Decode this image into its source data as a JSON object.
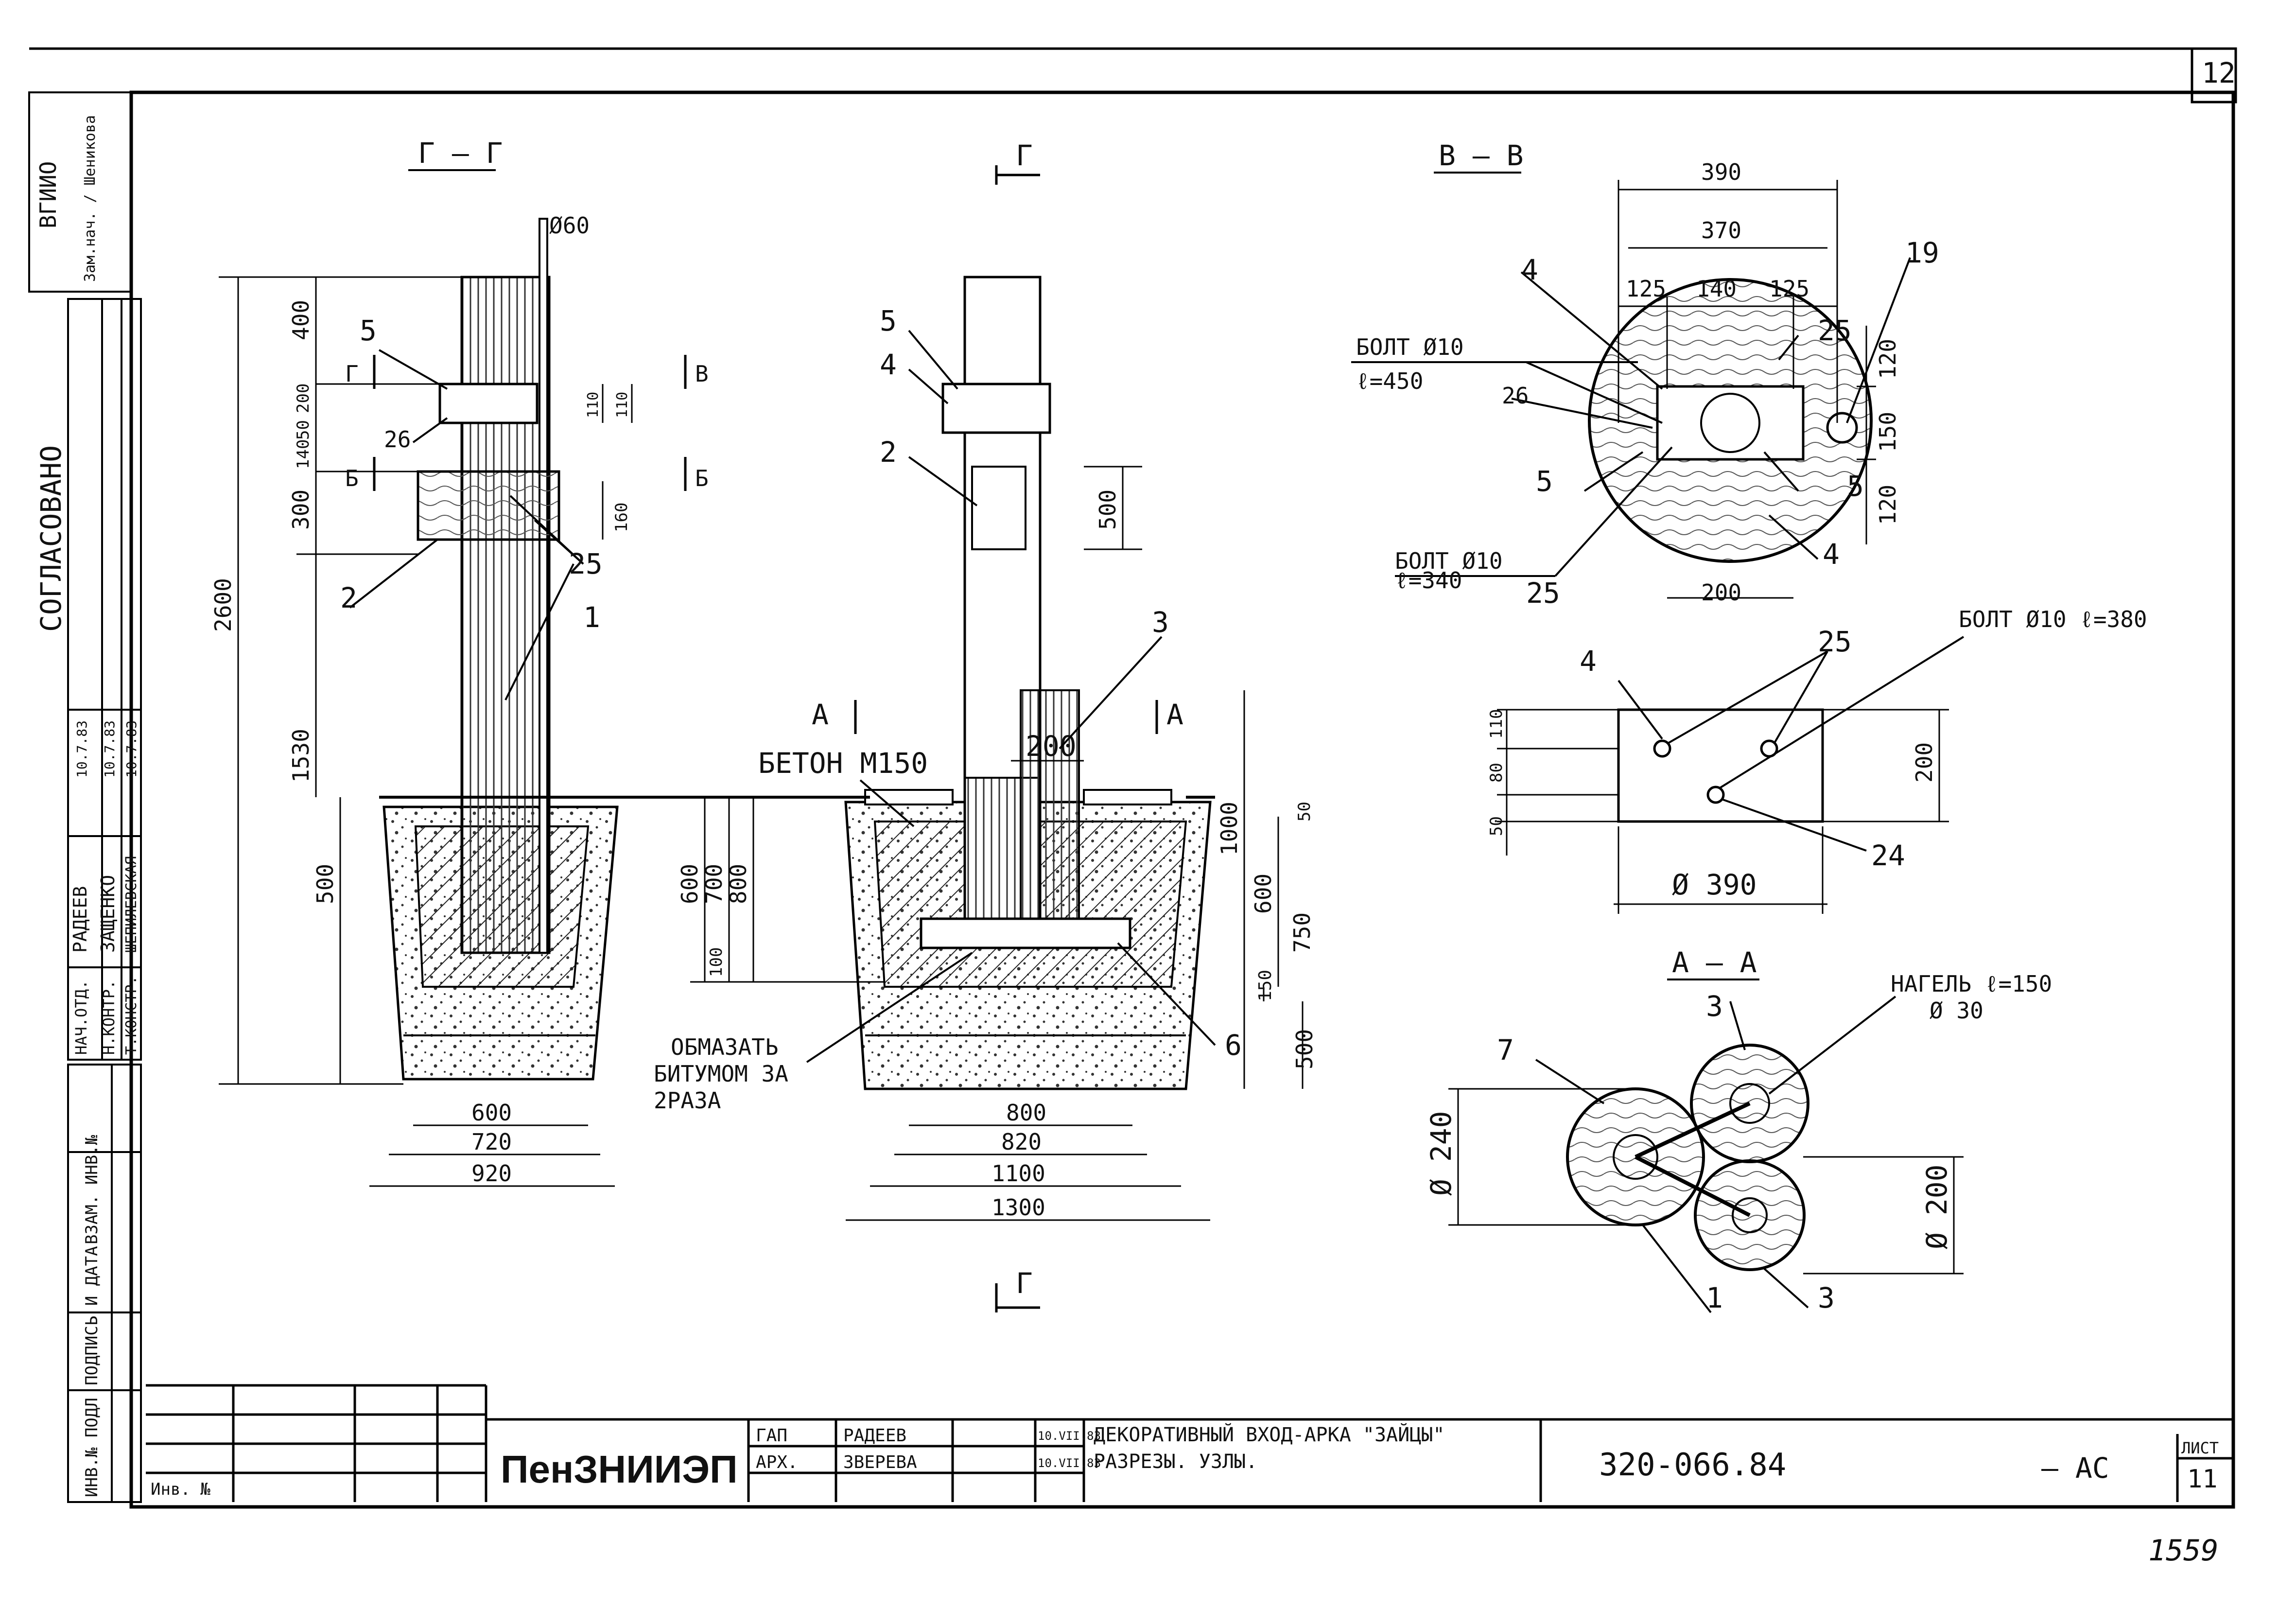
{
  "sheet": {
    "sheet_no_top": "12",
    "handwritten_number": "1559"
  },
  "left_strip": {
    "vgio_stamp": "ВГИИО",
    "vgio_sub": "Зам.нач. / Шеникова",
    "agreed": "СОГЛАСОВАНО",
    "rows": [
      {
        "role": "НАЧ.ОТД.",
        "name": "РАДЕЕВ",
        "date": "10.7.83"
      },
      {
        "role": "Н.КОНТР.",
        "name": "ЗАЩЕНКО",
        "date": "10.7.83"
      },
      {
        "role": "Т.КОНСТР.",
        "name": "ШЕПИЛЕВСКАЯ",
        "date": "10.7.83"
      }
    ],
    "inv_podl": "ИНВ.№ ПОДЛ",
    "podpis_data": "ПОДПИСЬ И ДАТА",
    "vzam_inv": "ВЗАМ. ИНВ.№"
  },
  "titles": {
    "section_gg": "Г – Г",
    "section_vv": "В – В",
    "section_aa": "А – А",
    "cut_g": "Г",
    "cut_b": "В",
    "cut_bb": "Б",
    "cut_a": "А"
  },
  "labels": {
    "d60": "Ø60",
    "concrete": "БЕТОН М150",
    "coat_1": "ОБМАЗАТЬ",
    "coat_2": "БИТУМОМ 3А",
    "coat_3": "2РАЗА",
    "bolt1_a": "БОЛТ Ø10",
    "bolt1_b": "ℓ=450",
    "bolt2_a": "БОЛТ Ø10",
    "bolt2_b": "ℓ=340",
    "bolt3": "БОЛТ Ø10 ℓ=380",
    "dowel_a": "НАГЕЛЬ ℓ=150",
    "dowel_b": "Ø 30",
    "d390": "Ø 390",
    "d240": "Ø 240",
    "d200": "Ø 200"
  },
  "callouts": [
    "1",
    "2",
    "3",
    "4",
    "5",
    "6",
    "7",
    "19",
    "24",
    "25",
    "26"
  ],
  "dims": {
    "gg_2600": "2600",
    "gg_400": "400",
    "gg_200": "200",
    "gg_50": "50",
    "gg_140": "140",
    "gg_300": "300",
    "gg_1530": "1530",
    "gg_500": "500",
    "gg_110a": "110",
    "gg_110b": "110",
    "gg_160": "160",
    "gg_600": "600",
    "gg_720": "720",
    "gg_920": "920",
    "m_500": "500",
    "m_200": "200",
    "m_600": "600",
    "m_700": "700",
    "m_800": "800",
    "m_100": "100",
    "m_1000": "1000",
    "m_50": "50",
    "m_r600": "600",
    "m_750": "750",
    "m_150": "150",
    "m_r500": "500",
    "m_b800": "800",
    "m_b820": "820",
    "m_b1100": "1100",
    "m_b1300": "1300",
    "v_390": "390",
    "v_370": "370",
    "v_125a": "125",
    "v_140": "140",
    "v_125b": "125",
    "v_120a": "120",
    "v_150": "150",
    "v_120b": "120",
    "v_200": "200",
    "p_110": "110",
    "p_80": "80",
    "p_50": "50",
    "p_200": "200"
  },
  "title_block": {
    "org": "ПенЗНИИЭП",
    "inv_no": "Инв. №",
    "gap": "ГАП",
    "arch": "АРХ.",
    "name1": "РАДЕЕВ",
    "name2": "ЗВЕРЕВА",
    "date1": "10.VII.83",
    "date2": "10.VII.83",
    "title_1": "ДЕКОРАТИВНЫЙ ВХОД-АРКА \"ЗАЙЦЫ\"",
    "title_2": "РАЗРЕЗЫ. УЗЛЫ.",
    "code": "320-066.84",
    "mark": "– АС",
    "sheet_label": "ЛИСТ",
    "sheet_no": "11"
  }
}
